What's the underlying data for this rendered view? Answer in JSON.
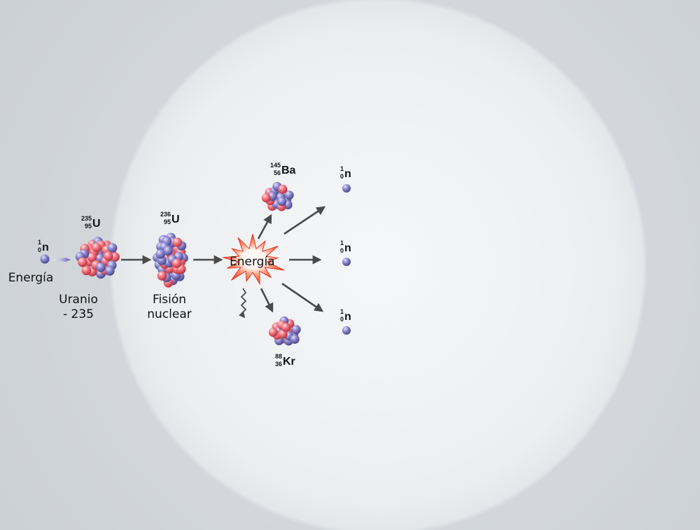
{
  "incoming_neutron": {
    "mass": "1",
    "atomic": "0",
    "symbol": "n",
    "caption": "Energía"
  },
  "uranium_235": {
    "mass": "235",
    "atomic": "95",
    "symbol": "U",
    "caption_line1": "Uranio",
    "caption_line2": "- 235"
  },
  "uranium_236": {
    "mass": "236",
    "atomic": "95",
    "symbol": "U",
    "caption_line1": "Fisión",
    "caption_line2": "nuclear"
  },
  "burst": {
    "label": "Energía"
  },
  "barium": {
    "mass": "145",
    "atomic": "56",
    "symbol": "Ba"
  },
  "krypton": {
    "mass": "88",
    "atomic": "36",
    "symbol": "Kr"
  },
  "released_neutrons": [
    {
      "mass": "1",
      "atomic": "0",
      "symbol": "n"
    },
    {
      "mass": "1",
      "atomic": "0",
      "symbol": "n"
    },
    {
      "mass": "1",
      "atomic": "0",
      "symbol": "n"
    }
  ],
  "colors": {
    "proton": "#f2707a",
    "neutron": "#8a86c8",
    "arrow": "#4a4a4a",
    "burst": "#f04a2a"
  }
}
